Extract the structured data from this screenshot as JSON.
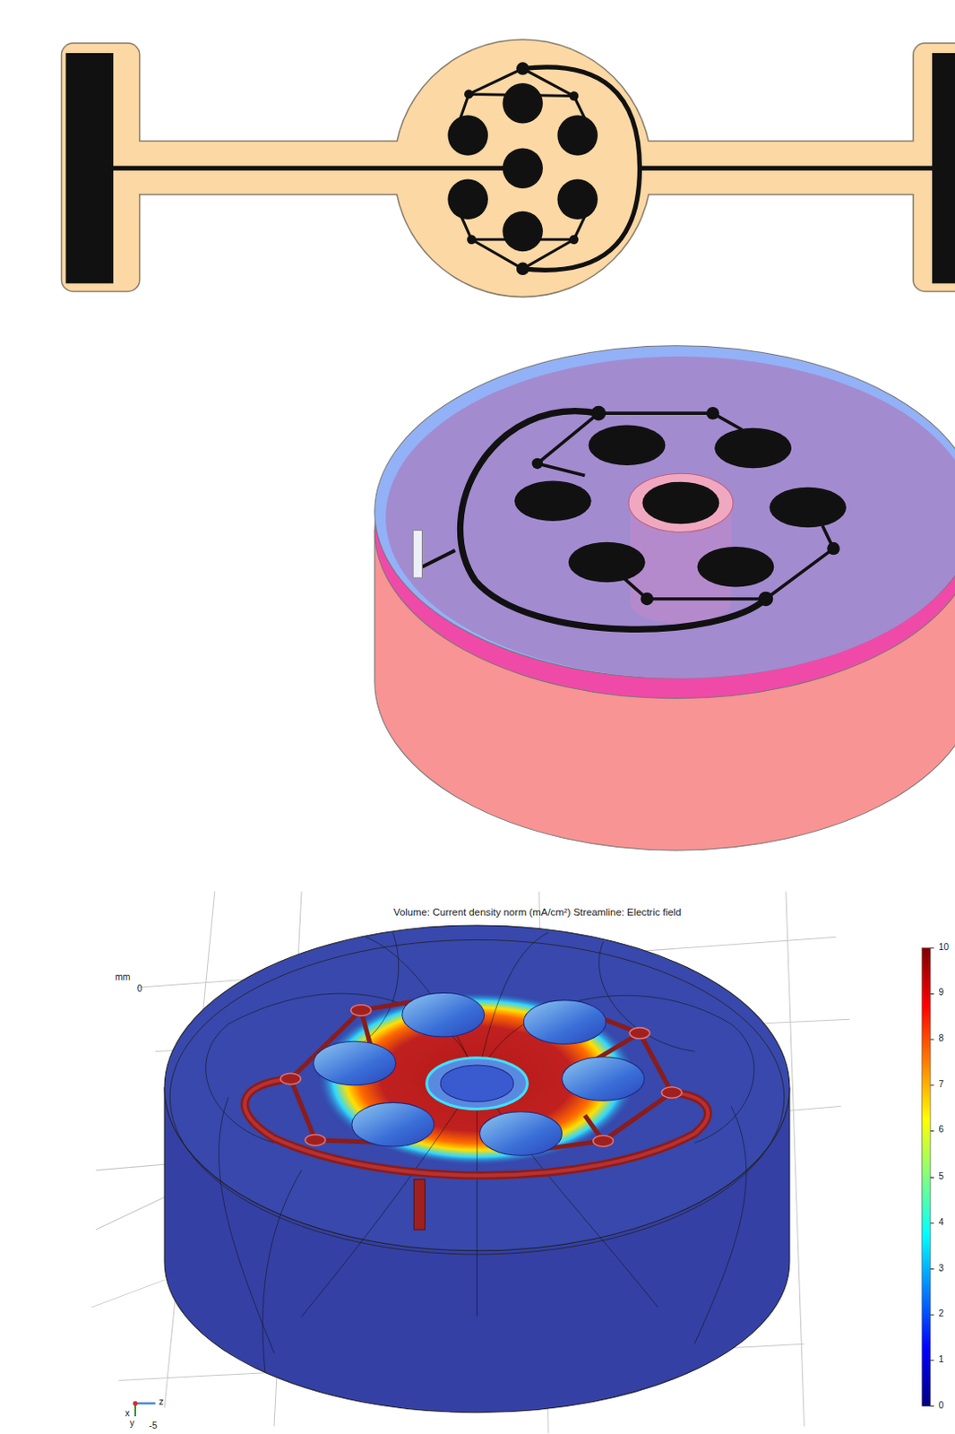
{
  "diagram": {
    "labels": [
      "Volume: Current density norm (mA/cm²)  Streamline: Electric field",
      "mm",
      "0",
      "10",
      "9",
      "8",
      "7",
      "6",
      "5",
      "4",
      "3",
      "2",
      "1",
      "0",
      "z",
      "x",
      "y",
      "-5"
    ]
  }
}
